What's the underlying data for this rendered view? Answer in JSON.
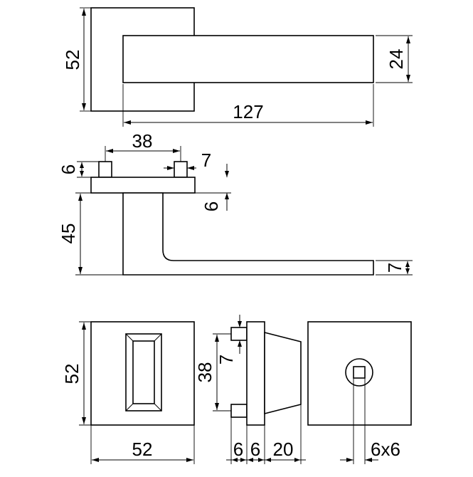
{
  "drawing": {
    "colors": {
      "line": "#000000",
      "background": "#ffffff"
    },
    "views": {
      "top": {
        "rose_height": "52",
        "lever_height": "24",
        "lever_length": "127"
      },
      "side": {
        "pin_spacing": "38",
        "pin_width": "7",
        "pin_height": "6",
        "plate_thickness": "6",
        "lever_drop": "45",
        "lever_thickness": "7"
      },
      "thumbturn_rose": {
        "height": "52",
        "width": "52"
      },
      "rose_profile": {
        "pin_spacing": "38",
        "pin_width": "7",
        "pin_depth": "6",
        "plate_depth": "6",
        "body_depth": "20"
      },
      "release_rose": {
        "square_spindle": "6x6"
      }
    }
  }
}
